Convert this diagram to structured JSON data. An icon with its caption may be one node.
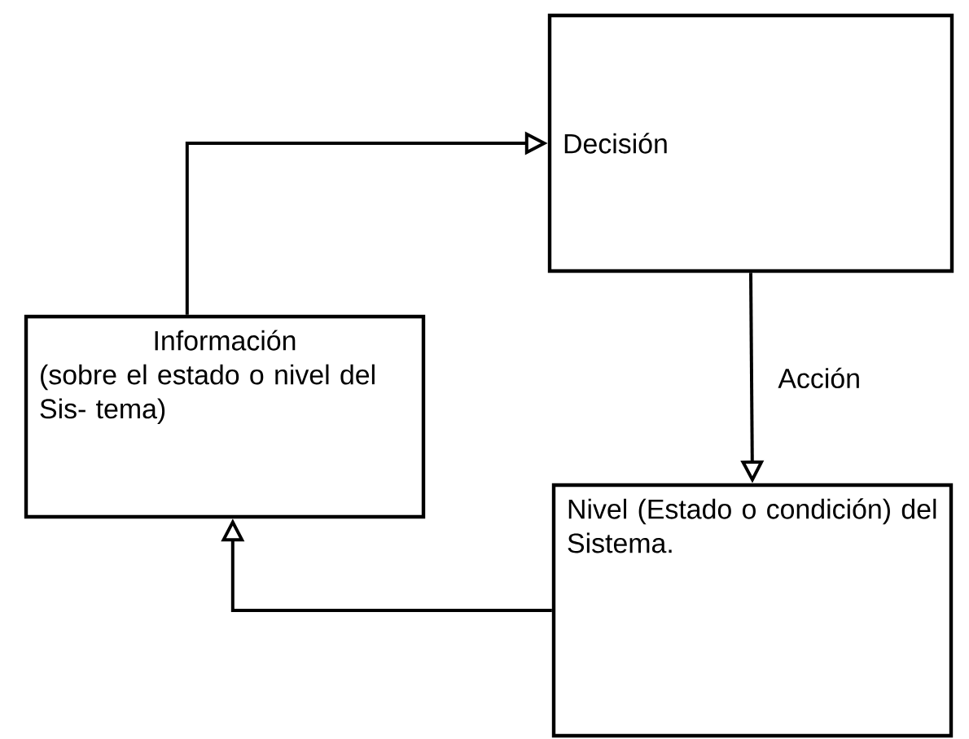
{
  "diagram": {
    "nodes": [
      {
        "text": [
          "Decisión"
        ]
      },
      {
        "text": [
          "Información",
          "(sobre el estado o nivel del Sis- tema)"
        ]
      },
      {
        "text": [
          "Nivel (Estado o condición) del Sistema."
        ]
      }
    ],
    "edges": [
      {
        "from": 1,
        "to": 0,
        "arrow": "to"
      },
      {
        "from": 0,
        "to": 2,
        "arrow": "to",
        "label": "Acción"
      },
      {
        "from": 2,
        "to": 1,
        "arrow": "to"
      }
    ]
  }
}
